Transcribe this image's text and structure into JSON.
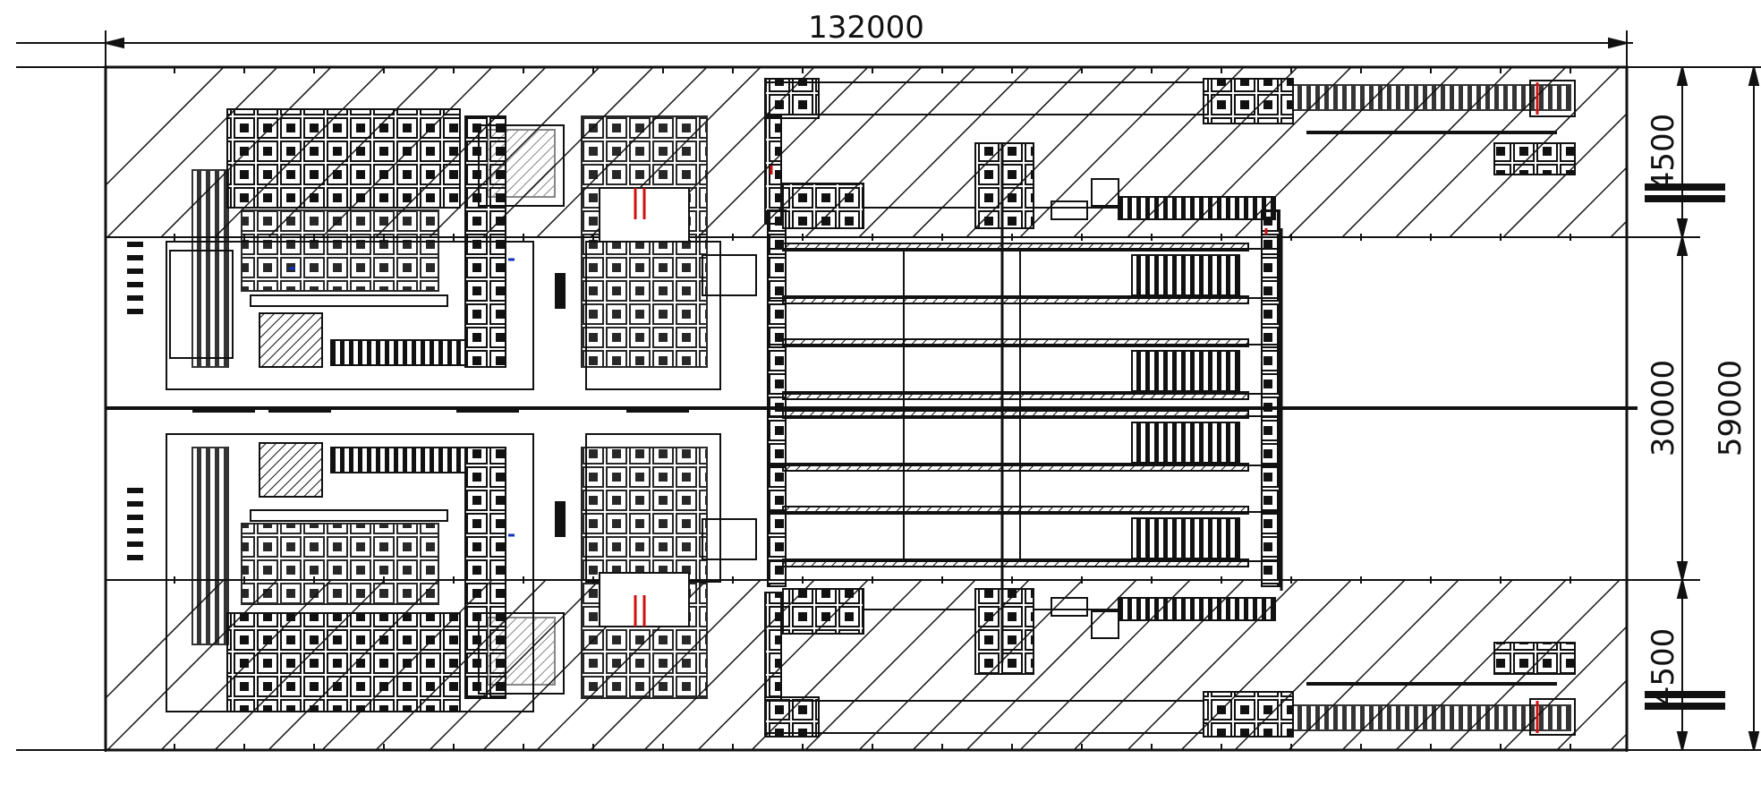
{
  "dimensions": {
    "overall_length": "132000",
    "overall_width": "59000",
    "center_band": "30000",
    "side_band_top": "4500",
    "side_band_bottom": "4500"
  },
  "colors": {
    "ink": "#111111",
    "accent_red": "#d01010",
    "accent_blue": "#1030c0",
    "background": "#ffffff"
  }
}
